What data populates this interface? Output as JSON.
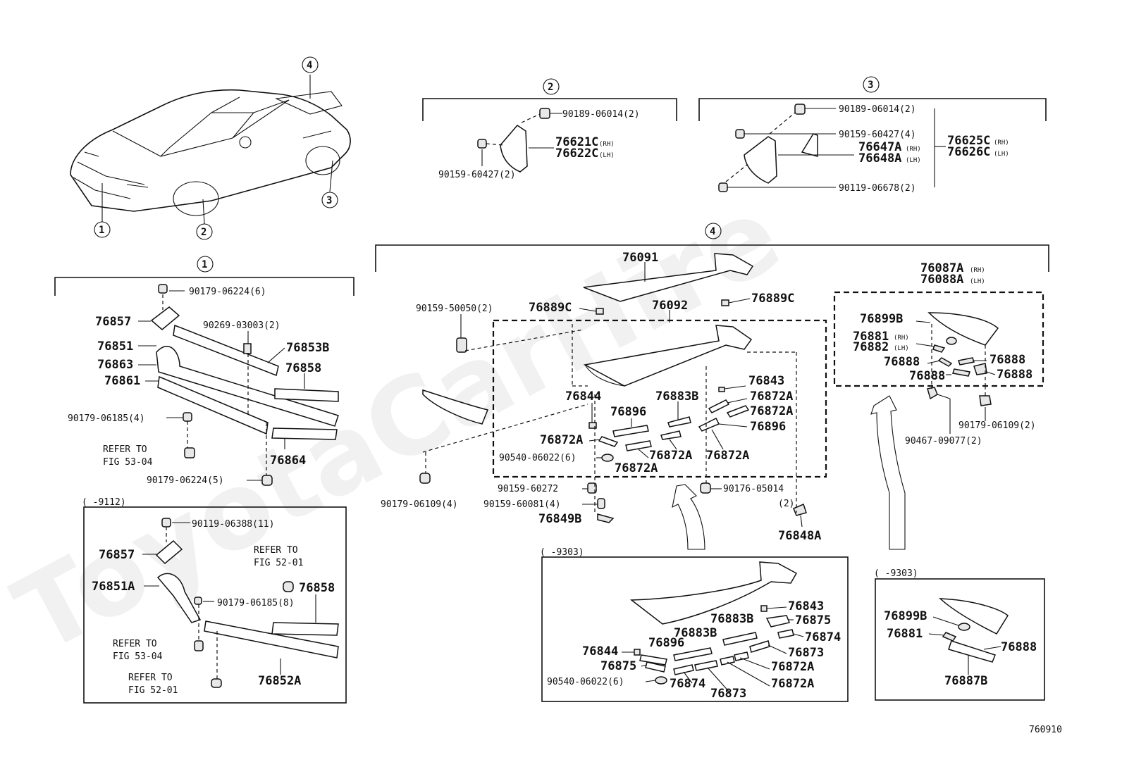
{
  "watermark": "ToyotaCarHire",
  "figure_code": "760910",
  "callouts": [
    "1",
    "2",
    "3",
    "4"
  ],
  "sections": {
    "s1": {
      "marker": "1",
      "labels": {
        "p90179_06224_6": "90179-06224(6)",
        "p76857": "76857",
        "p90269_03003": "90269-03003(2)",
        "p76851": "76851",
        "p76853B": "76853B",
        "p76863": "76863",
        "p76858": "76858",
        "p76861": "76861",
        "p90179_06185_4": "90179-06185(4)",
        "refer_a1": "REFER TO",
        "refer_a2": "FIG 53-04",
        "p76864": "76864",
        "p90179_06224_5": "90179-06224(5)"
      }
    },
    "s1b": {
      "range": "(    -9112)",
      "labels": {
        "p90119_06388": "90119-06388(11)",
        "p76857": "76857",
        "refer_b1": "REFER TO",
        "refer_b2": "FIG 52-01",
        "p76851A": "76851A",
        "p76858": "76858",
        "p90179_06185_8": "90179-06185(8)",
        "refer_c1": "REFER TO",
        "refer_c2": "FIG 53-04",
        "refer_d1": "REFER TO",
        "refer_d2": "FIG 52-01",
        "p76852A": "76852A"
      }
    },
    "s2": {
      "marker": "2",
      "labels": {
        "p90189_06014": "90189-06014(2)",
        "p76621C": "76621C",
        "p76622C": "76622C",
        "rh": "(RH)",
        "lh": "(LH)",
        "p90159_60427": "90159-60427(2)"
      }
    },
    "s3": {
      "marker": "3",
      "labels": {
        "p90189_06014": "90189-06014(2)",
        "p90159_60427": "90159-60427(4)",
        "p76625C": "76625C",
        "p76626C": "76626C",
        "p76647A": "76647A",
        "p76648A": "76648A",
        "rh": "(RH)",
        "lh": "(LH)",
        "p90119_06678": "90119-06678(2)"
      }
    },
    "s4": {
      "marker": "4",
      "labels": {
        "p76091": "76091",
        "p76087A": "76087A",
        "p76088A": "76088A",
        "rh": "(RH)",
        "lh": "(LH)",
        "p90159_50050": "90159-50050(2)",
        "p76889C_l": "76889C",
        "p76092": "76092",
        "p76889C_r": "76889C",
        "p76899B": "76899B",
        "p76881": "76881",
        "p76882": "76882",
        "p76888_1": "76888",
        "p76888_2": "76888",
        "p76888_3": "76888",
        "p76888_4": "76888",
        "p76843": "76843",
        "p76872A_1": "76872A",
        "p76872A_2": "76872A",
        "p76844": "76844",
        "p76883B": "76883B",
        "p76896_1": "76896",
        "p76896_2": "76896",
        "p76872A_3": "76872A",
        "p76872A_4": "76872A",
        "p76872A_5": "76872A",
        "p76872A_6": "76872A",
        "p90540_06022": "90540-06022(6)",
        "p90467_09077": "90467-09077(2)",
        "p90179_06109_2": "90179-06109(2)",
        "p90159_60272": "90159-60272",
        "p90176_05014": "90176-05014",
        "p90176_qty": "(2)",
        "p90179_06109_4": "90179-06109(4)",
        "p90159_60081": "90159-60081(4)",
        "p76849B": "76849B",
        "p76848A": "76848A"
      }
    },
    "s4b": {
      "range": "(    -9303)",
      "labels": {
        "p76843": "76843",
        "p76883B_1": "76883B",
        "p76875_1": "76875",
        "p76883B_2": "76883B",
        "p76874_1": "76874",
        "p76896": "76896",
        "p76873_1": "76873",
        "p76844": "76844",
        "p76875_2": "76875",
        "p76872A_1": "76872A",
        "p90540_06022": "90540-06022(6)",
        "p76874_2": "76874",
        "p76872A_2": "76872A",
        "p76873_2": "76873"
      }
    },
    "s4c": {
      "range": "(    -9303)",
      "labels": {
        "p76899B": "76899B",
        "p76881": "76881",
        "p76888": "76888",
        "p76887B": "76887B"
      }
    }
  }
}
